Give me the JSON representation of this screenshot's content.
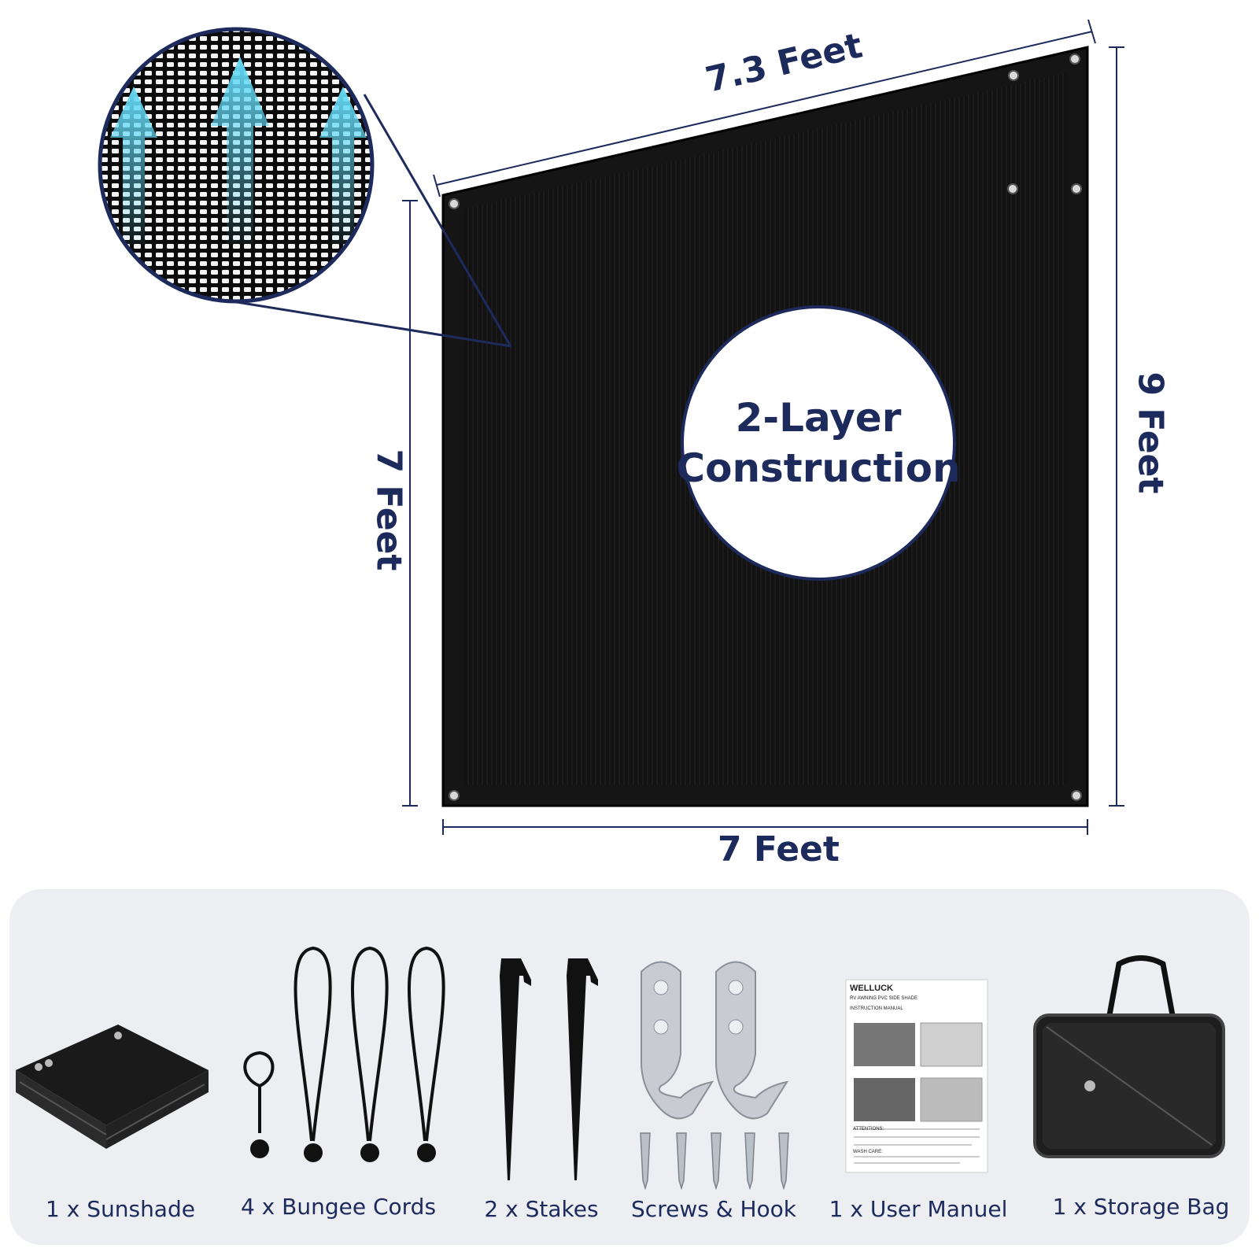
{
  "dimensions": {
    "top": "7.3 Feet",
    "left": "7 Feet",
    "right": "9 Feet",
    "bottom": "7 Feet"
  },
  "badge": {
    "line1": "2-Layer",
    "line2": "Construction"
  },
  "manual": {
    "brand": "WELLUCK",
    "title": "RV AWNING PVC SIDE SHADE",
    "section": "INSTRUCTION MANUAL",
    "attentions": "ATTENTIONS:",
    "wash_care": "WASH CARE:"
  },
  "package_items": [
    {
      "label": "1 x Sunshade"
    },
    {
      "label": "4 x Bungee Cords"
    },
    {
      "label": "2 x Stakes"
    },
    {
      "label": "Screws & Hook"
    },
    {
      "label": "1 x User Manuel"
    },
    {
      "label": "1 x Storage Bag"
    }
  ],
  "colors": {
    "navy": "#1d2a5c",
    "fabric": "#111111",
    "panel": "#eceef2",
    "arrow": "#5fd3f2"
  }
}
